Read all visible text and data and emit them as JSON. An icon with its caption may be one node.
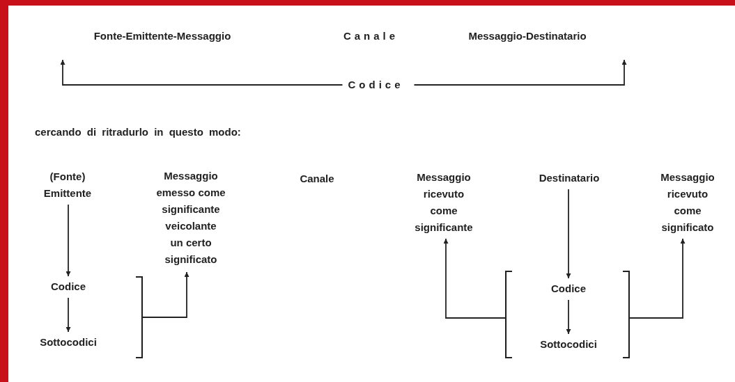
{
  "diagram": {
    "nodes": [
      {
        "text": [
          "Fonte-Emittente-Messaggio"
        ]
      },
      {
        "text": [
          "Canale"
        ]
      },
      {
        "text": [
          "Messaggio-Destinatario"
        ]
      },
      {
        "text": [
          "Codice"
        ]
      },
      {
        "text": [
          "(Fonte) Emittente"
        ]
      },
      {
        "text": [
          "Messaggio emesso come significante veicolante un certo significato"
        ]
      },
      {
        "text": [
          "Canale"
        ]
      },
      {
        "text": [
          "Codice"
        ]
      },
      {
        "text": [
          "Sottocodici"
        ]
      },
      {
        "text": [],
        "shape": "bracket"
      },
      {
        "text": [
          "Messaggio ricevuto come significante"
        ]
      },
      {
        "text": [
          "Destinatario"
        ]
      },
      {
        "text": [
          "Codice"
        ]
      },
      {
        "text": [
          "Sottocodici"
        ]
      },
      {
        "text": [],
        "shape": "bracket"
      },
      {
        "text": [],
        "shape": "bracket"
      },
      {
        "text": [
          "Messaggio ricevuto come significato"
        ]
      }
    ],
    "edges": [
      {
        "from": 3,
        "to": 0,
        "arrow": "to"
      },
      {
        "from": 3,
        "to": 2,
        "arrow": "to"
      },
      {
        "from": 4,
        "to": 7,
        "arrow": "to"
      },
      {
        "from": 7,
        "to": 8,
        "arrow": "to"
      },
      {
        "from": 9,
        "to": 5,
        "arrow": "to"
      },
      {
        "from": 11,
        "to": 12,
        "arrow": "to"
      },
      {
        "from": 12,
        "to": 13,
        "arrow": "to"
      },
      {
        "from": 14,
        "to": 10,
        "arrow": "to"
      },
      {
        "from": 15,
        "to": 16,
        "arrow": "to"
      }
    ],
    "labels": [
      "cercando di ritradurlo in questo modo:"
    ]
  }
}
